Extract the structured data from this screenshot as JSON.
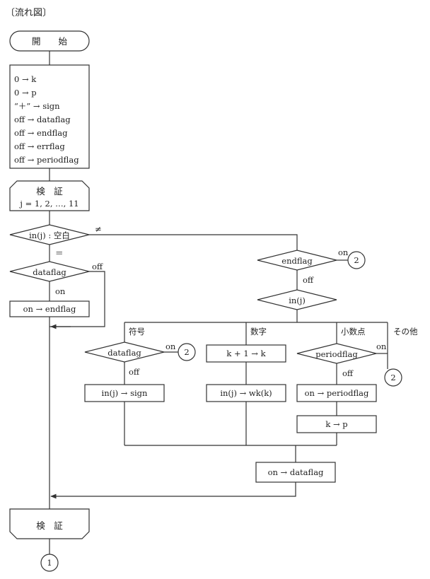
{
  "title": "〔流れ図〕",
  "start": "開　　始",
  "init_steps": [
    "0 → k",
    "0 → p",
    "“＋” → sign",
    "off → dataflag",
    "off → endflag",
    "off → errflag",
    "off → periodflag"
  ],
  "loop_top": {
    "label": "検　証",
    "range": "j = 1, 2, …, 11"
  },
  "decision_blank": {
    "text": "in(j) : 空白",
    "neq": "≠",
    "eq": "＝"
  },
  "decision_dataflag_left": {
    "text": "dataflag",
    "off": "off",
    "on": "on"
  },
  "process_on_endflag": "on → endflag",
  "decision_endflag": {
    "text": "endflag",
    "on": "on",
    "off": "off"
  },
  "decision_inj": "in(j)",
  "branches": {
    "sign": "符号",
    "digit": "数字",
    "point": "小数点",
    "other": "その他"
  },
  "sign_branch": {
    "decision": "dataflag",
    "on": "on",
    "off": "off",
    "process": "in(j) → sign"
  },
  "digit_branch": {
    "process1": "k + 1 → k",
    "process2": "in(j) → wk(k)"
  },
  "point_branch": {
    "decision": "periodflag",
    "on": "on",
    "off": "off",
    "process1": "on → periodflag",
    "process2": "k → p"
  },
  "merge_process": "on → dataflag",
  "loop_bottom": "検　証",
  "connector_2": "2",
  "connector_1": "1"
}
